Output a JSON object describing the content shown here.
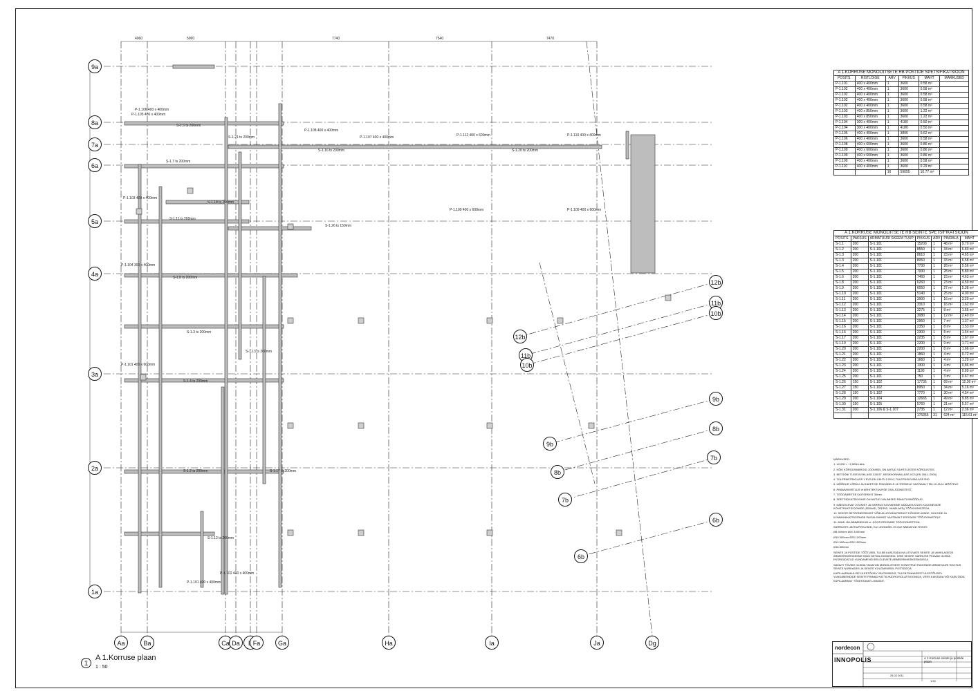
{
  "sheet_title": "A 1.Korruse plaan",
  "sheet_scale": "1 : 50",
  "sheet_number": "1",
  "grid_rows": [
    "9a",
    "8a",
    "7a",
    "6a",
    "5a",
    "4a",
    "3a",
    "2a",
    "1a"
  ],
  "grid_cols": [
    "Aa",
    "Ba",
    "Ca",
    "Da",
    "E",
    "Fa",
    "Ga",
    "Ha",
    "Ia",
    "Ja",
    "Dg"
  ],
  "grid_diag": [
    "12b",
    "11b",
    "10b",
    "12b",
    "11b",
    "10b",
    "9b",
    "8b",
    "9b",
    "8b",
    "7b",
    "7b",
    "6b",
    "6b"
  ],
  "dim_top": [
    "4960",
    "5960",
    "7740",
    "7540",
    "7470"
  ],
  "beam_labels": [
    "P-1.106 400 x 400mm",
    "P-1.105 400 x 400mm",
    "S-1.5 ts 200mm",
    "S-1.21 ts 200mm",
    "P-1.108 400 x 400mm",
    "P-1.107 400 x 400mm",
    "P-1.112 400 x 600mm",
    "P-1.110 400 x 400mm",
    "S-1.16 ts 200mm",
    "S-1.20 ts 200mm",
    "S-1.7 ts 200mm",
    "S-1.18 ts 200mm",
    "P-1.103 400 x 400mm",
    "S-1.11 ts 200mm",
    "P-1.100 400 x 600mm",
    "P-1.109 400 x 600mm",
    "S-1.26 ts 150mm",
    "S-1.8 ts 200mm",
    "S-1.3 ts 200mm",
    "S-1.4 ts 200mm",
    "P-1.104 300 x 400mm",
    "S-1.13 ts 200mm",
    "P-1.101 400 x 600mm",
    "S-1.2 ts 200mm",
    "S-1.17 ts 200mm",
    "P-1.102 400 x 400mm",
    "P-1.101 400 x 400mm",
    "S-1.12 ts 200mm"
  ],
  "posts_table": {
    "title": "A 1.KORRUSE MONOLIITSETE RB POSTIDE SPETSIFIKATSIOON",
    "headers": [
      "POSITS.",
      "RISTLÕIGE",
      "ARV",
      "PIKKUS",
      "MAHT",
      "MÄRKUSED"
    ],
    "rows": [
      [
        "P-1.101",
        "400 x 400mm",
        "1",
        "3600",
        "0.58 m³",
        ""
      ],
      [
        "P-1.102",
        "400 x 400mm",
        "1",
        "3600",
        "0.58 m³",
        ""
      ],
      [
        "P-1.102",
        "400 x 400mm",
        "1",
        "3600",
        "0.58 m³",
        ""
      ],
      [
        "P-1.102",
        "400 x 400mm",
        "1",
        "3600",
        "0.58 m³",
        ""
      ],
      [
        "P-1.102",
        "400 x 400mm",
        "1",
        "3600",
        "0.58 m³",
        ""
      ],
      [
        "P-1.103",
        "400 x 850mm",
        "1",
        "3600",
        "1.22 m³",
        ""
      ],
      [
        "P-1.103",
        "400 x 850mm",
        "1",
        "3600",
        "1.22 m³",
        ""
      ],
      [
        "P-1.104",
        "300 x 400mm",
        "1",
        "4180",
        "0.50 m³",
        ""
      ],
      [
        "P-1.104",
        "300 x 400mm",
        "1",
        "4180",
        "0.50 m³",
        ""
      ],
      [
        "P-1.105",
        "400 x 400mm",
        "1",
        "3895",
        "0.62 m³",
        ""
      ],
      [
        "P-1.106",
        "400 x 400mm",
        "1",
        "3600",
        "0.58 m³",
        ""
      ],
      [
        "P-1.108",
        "400 x 600mm",
        "1",
        "3600",
        "0.86 m³",
        ""
      ],
      [
        "P-1.109",
        "400 x 600mm",
        "1",
        "3600",
        "0.86 m³",
        ""
      ],
      [
        "P-1.109",
        "400 x 600mm",
        "1",
        "3600",
        "0.86 m³",
        ""
      ],
      [
        "P-1.109",
        "400 x 400mm",
        "1",
        "3600",
        "0.58 m³",
        ""
      ],
      [
        "P-1.110",
        "400 x 400mm",
        "1",
        "3600",
        "0.29 m³",
        ""
      ]
    ],
    "total": [
      "",
      "",
      "16",
      "59055",
      "10.77 m³",
      ""
    ]
  },
  "walls_table": {
    "title": "A 1.KORRUSE MONOLIITSETE RB SEINTE SPETSIFIKATSIOON",
    "headers": [
      "POSITS.",
      "PAKSUS",
      "ARMATUURI SKEEM TÜÜP",
      "PIKKUS",
      "ARV",
      "PINDALA",
      "MAHT"
    ],
    "rows": [
      [
        "S-1.1",
        "200",
        "S-1.101",
        "15200",
        "1",
        "48 m²",
        "9.70 m³"
      ],
      [
        "S-1.2",
        "200",
        "S-1.101",
        "8550",
        "1",
        "34 m²",
        "6.80 m³"
      ],
      [
        "S-1.3",
        "200",
        "S-1.101",
        "8610",
        "1",
        "23 m²",
        "4.65 m³"
      ],
      [
        "S-1.3",
        "200",
        "S-1.101",
        "8050",
        "1",
        "33 m²",
        "6.58 m³"
      ],
      [
        "S-1.4",
        "200",
        "S-1.101",
        "7730",
        "1",
        "28 m²",
        "5.56 m³"
      ],
      [
        "S-1.5",
        "200",
        "S-1.101",
        "7930",
        "1",
        "28 m²",
        "5.89 m³"
      ],
      [
        "S-1.6",
        "200",
        "S-1.101",
        "7460",
        "1",
        "23 m²",
        "4.63 m³"
      ],
      [
        "S-1.8",
        "200",
        "S-1.101",
        "6260",
        "1",
        "23 m²",
        "4.59 m³"
      ],
      [
        "S-1.9",
        "200",
        "S-1.101",
        "6050",
        "1",
        "27 m²",
        "5.38 m³"
      ],
      [
        "S-1.10",
        "200",
        "S-1.101",
        "5140",
        "1",
        "25 m²",
        "4.00 m³"
      ],
      [
        "S-1.11",
        "200",
        "S-1.101",
        "3900",
        "1",
        "16 m²",
        "3.20 m³"
      ],
      [
        "S-1.12",
        "200",
        "S-1.101",
        "3310",
        "1",
        "16 m²",
        "1.62 m³"
      ],
      [
        "S-1.13",
        "200",
        "S-1.101",
        "3275",
        "1",
        "8 m²",
        "1.65 m³"
      ],
      [
        "S-1.14",
        "200",
        "S-1.101",
        "3080",
        "1",
        "12 m²",
        "2.40 m³"
      ],
      [
        "S-1.15",
        "200",
        "S-1.101",
        "2960",
        "1",
        "7 m²",
        "1.37 m³"
      ],
      [
        "S-1.16",
        "200",
        "S-1.101",
        "2350",
        "1",
        "8 m²",
        "1.53 m³"
      ],
      [
        "S-1.16",
        "200",
        "S-1.101",
        "2300",
        "1",
        "8 m²",
        "1.54 m³"
      ],
      [
        "S-1.17",
        "200",
        "S-1.101",
        "2235",
        "1",
        "8 m²",
        "1.67 m³"
      ],
      [
        "S-1.19",
        "200",
        "S-1.101",
        "2200",
        "1",
        "9 m²",
        "1.71 m³"
      ],
      [
        "S-1.20",
        "200",
        "S-1.101",
        "2200",
        "1",
        "8 m²",
        "1.66 m³"
      ],
      [
        "S-1.21",
        "200",
        "S-1.101",
        "1860",
        "1",
        "4 m²",
        "0.72 m³"
      ],
      [
        "S-1.22",
        "200",
        "S-1.101",
        "1660",
        "1",
        "4 m²",
        "1.29 m³"
      ],
      [
        "S-1.23",
        "200",
        "S-1.101",
        "1300",
        "1",
        "4 m²",
        "0.86 m³"
      ],
      [
        "S-1.24",
        "200",
        "S-1.101",
        "1190",
        "1",
        "4 m²",
        "0.89 m³"
      ],
      [
        "S-1.25",
        "200",
        "S-1.101",
        "750",
        "1",
        "3 m²",
        "0.67 m³"
      ],
      [
        "S-1.26",
        "150",
        "S-1.102",
        "17735",
        "1",
        "69 m²",
        "12.36 m³"
      ],
      [
        "S-1.27",
        "150",
        "S-1.102",
        "8950",
        "1",
        "34 m²",
        "5.16 m³"
      ],
      [
        "S-1.28",
        "150",
        "S-1.102",
        "7770",
        "1",
        "30 m²",
        "4.54 m³"
      ],
      [
        "S-1.29",
        "200",
        "S-1.104",
        "12665",
        "1",
        "49 m²",
        "9.85 m³"
      ],
      [
        "S-1.30",
        "150",
        "S-1.105",
        "5760",
        "1",
        "31 m²",
        "5.57 m³"
      ],
      [
        "S-1.31",
        "200",
        "S-1.106 & S-1.107",
        "2735",
        "1",
        "12 m²",
        "2.36 m³"
      ]
    ],
    "total": [
      "",
      "",
      "",
      "175365",
      "31",
      "624 m²",
      "115.61 m³"
    ]
  },
  "notes_title": "MÄRKUSED:",
  "notes": [
    "1. ±0,000 = +2,500m abs.",
    "2. KÕIK KÕRGUSMÄRGID JOONISEL ON ANTUD SUHTELISTES KÕRGUSTES.",
    "3. BETOONI TUGEVUSKLASS C30/37, KESKKONNAKLASS XC3 (EN 206-1:2000)",
    "4. TOLERANTSIKLASS 1 EVS-EN 13670-1:2010, TULEPÜSIVUSKLASS R90",
    "5. MÕÕDUD VÕRKU JA RAKETISE PINDADELE JA TÖÖDELE VASTAVALT SN-10 JA 11 MÕÕTELE",
    "6. PINNAVIIMISTLUS vt ARHITEKTUURSE OSA JOONISTEST.",
    "7. TÖÖGABRITSE KAITSEKIHT 30mm.",
    "8. SPETSIFIKATSIOONIS ON ANTUD VÄLIMISED PANUTUSMÕÕDUD",
    "9. KÄESOLEVAT JOONIST JA SARRUSTUSSKEEME VAADATA KOOS KÜLGNEVATE KONSTRUKTSIOONIDE (SEINAD, TREPID, VAHELAED) TÕÕJOONISTEGA.",
    "10. SEINTE BETOONEERIMIST VÕIB ALUSTADA PÄRAST KÕIGIDE AVADE, HÜLSIDE JA KOMMUNIKATSIOONIDE PAIGALDAMIST VASTAVALT EROSADE TÕÕJOONISTELE.",
    "11. AVAD JA LÄBIMINEKUD vt. KOOS EROSADE TÖÖJOONISTEGA.",
    "SARRUSTE JÄTKUPIKKUSED, KUI JOONISEL EI OLE NÄIDATUD TEISITI:",
    "Ø8 400mm  Ø20 1000mm",
    "Ø10 500mm  Ø25 1200mm",
    "Ø12 600mm  Ø32 1500mm",
    "Ø16 800mm",
    "SEINTE JA POSTIDE TÕÕTUSEL TULEB KASUTADA KA LIITUVATE SEINTE JA VAHELAGEDE ARMEERIMISSKEEME NING DETAILJOONISEID. KÕIK SEINTE SARRUSE PEAVAD OLEMA EKSRIGIDATUD VUNDAMENDI EELOLEVATE ARMEERIMISSKEEMIDEGA.",
    "SAMUTI TÕUSID OLEMA TAGATUD MONOLIITSETE KONSTRUKTSIOONIDE ARMATUURI SOOTUS SEINTE NURKADES JA SEINTE KÜLGNEMISEL POSTIDEGA.",
    "KAPILAARNIKULISE ÜLESTÕUSU VÄLTIMISEKS, TULEB PINNASEST ÜLESTÕUSEV VUNDAMENDIDE SEINTE PINNAD KATTA HÜDROISOLATSIOONIGA, VEES KANTADA VÕI KASUTADA KAPILAARNILT TÕKESTAVAT LISANDIT."
  ],
  "title_block": {
    "company_top": "nordecon",
    "company": "INNOPOLIS",
    "drawing_title": "A 1.Korruse seinte ja postide plaan",
    "date": "25.02.2011",
    "scale": "1:50"
  }
}
